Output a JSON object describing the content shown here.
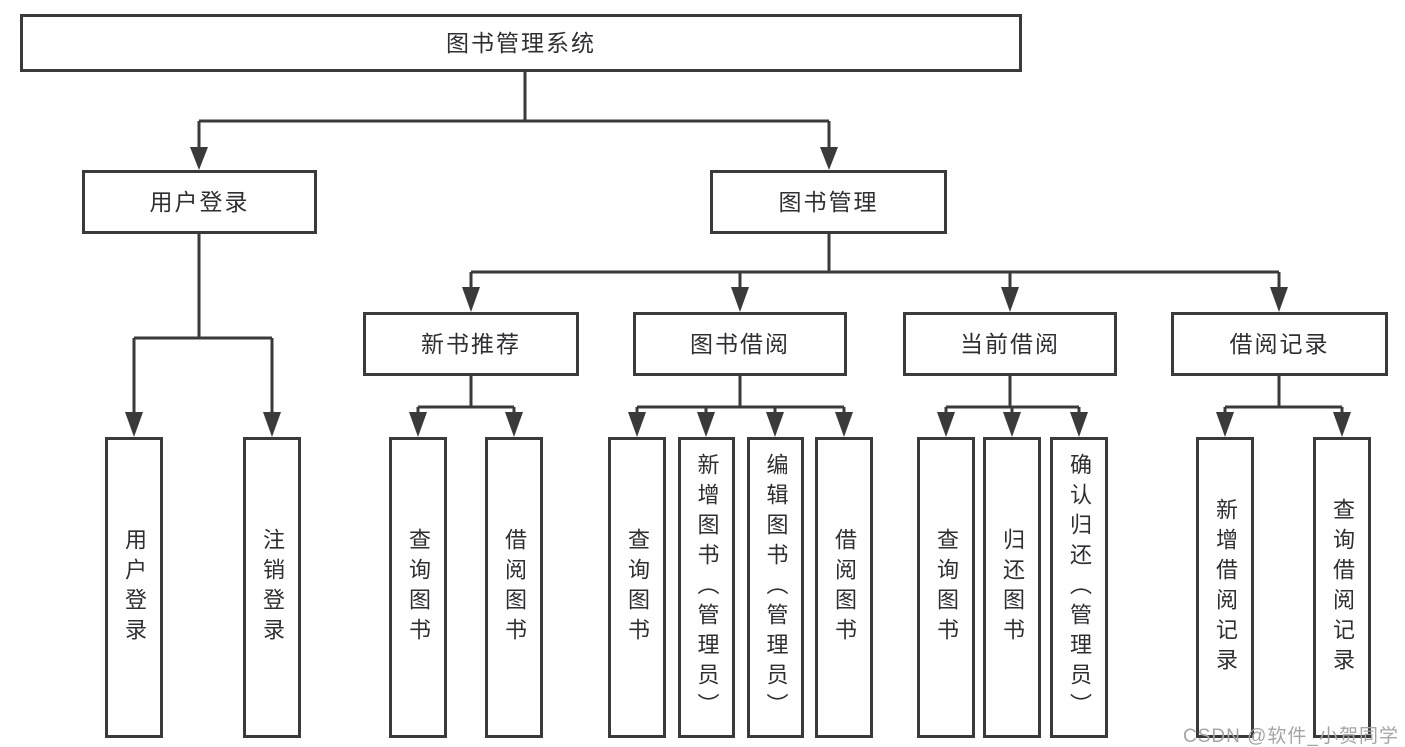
{
  "colors": {
    "border": "#3a3a3a",
    "text": "#2f2f33",
    "watermark": "#a5a5a5",
    "background": "#ffffff"
  },
  "watermark": "CSDN @软件_小贺同学",
  "tree": {
    "root": {
      "label": "图书管理系统"
    },
    "branches": [
      {
        "label": "用户登录",
        "children": [
          {
            "label": "用户登录"
          },
          {
            "label": "注销登录"
          }
        ]
      },
      {
        "label": "图书管理",
        "children": [
          {
            "label": "新书推荐",
            "children": [
              {
                "label": "查询图书"
              },
              {
                "label": "借阅图书"
              }
            ]
          },
          {
            "label": "图书借阅",
            "children": [
              {
                "label": "查询图书"
              },
              {
                "label": "新增图书（管理员）"
              },
              {
                "label": "编辑图书（管理员）"
              },
              {
                "label": "借阅图书"
              }
            ]
          },
          {
            "label": "当前借阅",
            "children": [
              {
                "label": "查询图书"
              },
              {
                "label": "归还图书"
              },
              {
                "label": "确认归还（管理员）"
              }
            ]
          },
          {
            "label": "借阅记录",
            "children": [
              {
                "label": "新增借阅记录"
              },
              {
                "label": "查询借阅记录"
              }
            ]
          }
        ]
      }
    ]
  }
}
